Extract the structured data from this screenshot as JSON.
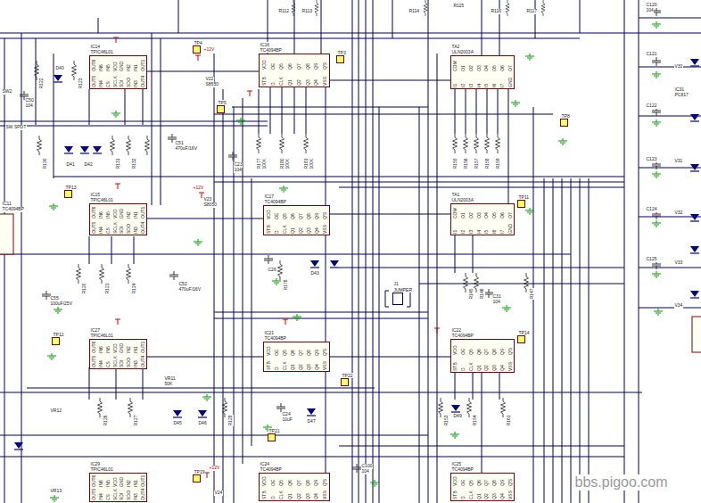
{
  "diagram": {
    "nodes": [
      {
        "text": [
          "IC14",
          "TPIC46L01",
          "OUT6",
          "IN6",
          "IN5",
          "VDD",
          "GND",
          "IN2",
          "IN1",
          "OUT1",
          "OUT5",
          "IN4",
          "CS",
          "SCLK",
          "SDI",
          "SDO",
          "IN3",
          "OUT4"
        ]
      },
      {
        "text": [
          "IC15",
          "TPIC46L01",
          "OUT6",
          "IN6",
          "IN5",
          "VDD",
          "GND",
          "IN2",
          "IN1",
          "OUT1",
          "OUT5",
          "IN4",
          "CS",
          "SCLK",
          "SDI",
          "SDO",
          "IN3",
          "OUT4"
        ]
      },
      {
        "text": [
          "IC27",
          "TPIC46L01",
          "OUT6",
          "IN6",
          "IN5",
          "VDD",
          "GND",
          "IN2",
          "IN1",
          "OUT1",
          "OUT5",
          "IN4",
          "CS",
          "SCLK",
          "SDI",
          "SDO",
          "IN3",
          "OUT4"
        ]
      },
      {
        "text": [
          "IC29",
          "TPIC46L01",
          "OUT6",
          "IN6",
          "IN5",
          "VDD",
          "GND",
          "IN2",
          "IN1",
          "OUT1",
          "OUT5",
          "IN4",
          "CS",
          "SCLK",
          "SDI",
          "SDO",
          "IN3",
          "OUT4"
        ]
      },
      {
        "text": [
          "IC16",
          "TC4094BP",
          "VDD",
          "OE",
          "Q5",
          "Q6",
          "Q7",
          "Q8",
          "QS",
          "Q'S",
          "STB",
          "D",
          "CLK",
          "Q1",
          "Q2",
          "Q3",
          "Q4",
          "VSS"
        ]
      },
      {
        "text": [
          "IC17",
          "TC4094BP",
          "VDD",
          "OE",
          "Q5",
          "Q6",
          "Q7",
          "Q8",
          "QS",
          "Q'S",
          "STB",
          "D",
          "CLK",
          "Q1",
          "Q2",
          "Q3",
          "Q4",
          "VSS"
        ]
      },
      {
        "text": [
          "IC21",
          "TC4094BP",
          "VDD",
          "OE",
          "Q5",
          "Q6",
          "Q7",
          "Q8",
          "QS",
          "Q'S",
          "STB",
          "D",
          "CLK",
          "Q1",
          "Q2",
          "Q3",
          "Q4",
          "VSS"
        ]
      },
      {
        "text": [
          "IC24",
          "TC4094BP",
          "VDD",
          "OE",
          "Q5",
          "Q6",
          "Q7",
          "Q8",
          "QS",
          "Q'S",
          "STB",
          "D",
          "CLK",
          "Q1",
          "Q2",
          "Q3",
          "Q4",
          "VSS"
        ]
      },
      {
        "text": [
          "TA2",
          "ULN2003A",
          "COM",
          "O1",
          "O2",
          "O3",
          "O4",
          "O5",
          "O6",
          "O7",
          "I1",
          "I2",
          "I3",
          "I4",
          "I5",
          "I6",
          "I7",
          "GND"
        ]
      },
      {
        "text": [
          "TA1",
          "ULN2003A",
          "COM",
          "O1",
          "O2",
          "O3",
          "O4",
          "O5",
          "O6",
          "O7",
          "I1",
          "I2",
          "I3",
          "I4",
          "I5",
          "I6",
          "I7",
          "GND"
        ]
      },
      {
        "text": [
          "IC22",
          "TC4094BP",
          "VDD",
          "OE",
          "Q5",
          "Q6",
          "Q7",
          "Q8",
          "QS",
          "Q'S",
          "STB",
          "D",
          "CLK",
          "Q1",
          "Q2",
          "Q3",
          "Q4",
          "VSS"
        ]
      },
      {
        "text": [
          "IC25",
          "TC4094BP",
          "VDD",
          "OE",
          "Q5",
          "Q6",
          "Q7",
          "Q8",
          "QS",
          "Q'S",
          "STB",
          "D",
          "CLK",
          "Q1",
          "Q2",
          "Q3",
          "Q4",
          "VSS"
        ]
      },
      {
        "text": [
          "TP4"
        ]
      },
      {
        "text": [
          "TP3"
        ]
      },
      {
        "text": [
          "TP5"
        ]
      },
      {
        "text": [
          "TP8"
        ]
      },
      {
        "text": [
          "TP13"
        ]
      },
      {
        "text": [
          "TP11"
        ]
      },
      {
        "text": [
          "TP12"
        ]
      },
      {
        "text": [
          "TP14"
        ]
      },
      {
        "text": [
          "TP22"
        ]
      },
      {
        "text": [
          "TP21"
        ]
      },
      {
        "text": [
          "TP19"
        ]
      },
      {
        "text": [
          "J1",
          "JUMPER"
        ]
      }
    ],
    "edges": [
      {
        "from": 0,
        "to": 4,
        "arrow": "none"
      },
      {
        "from": 4,
        "to": 8,
        "arrow": "none"
      },
      {
        "from": 4,
        "to": 5,
        "arrow": "none"
      },
      {
        "from": 8,
        "to": 9,
        "arrow": "none"
      },
      {
        "from": 1,
        "to": 5,
        "arrow": "none"
      },
      {
        "from": 5,
        "to": 9,
        "arrow": "none"
      },
      {
        "from": 5,
        "to": 6,
        "arrow": "none"
      },
      {
        "from": 2,
        "to": 6,
        "arrow": "none"
      },
      {
        "from": 6,
        "to": 10,
        "arrow": "none"
      },
      {
        "from": 6,
        "to": 7,
        "arrow": "none"
      },
      {
        "from": 10,
        "to": 11,
        "arrow": "none"
      }
    ],
    "labels": [
      "SW2",
      "SW SPDT",
      "R122",
      "D40",
      "R123",
      "C50",
      "104",
      "+12V",
      "V22",
      "S8550",
      "R130",
      "D41",
      "D42",
      "R131",
      "R132",
      "C51",
      "470uF/16V",
      "R177",
      "100K",
      "R180",
      "100K",
      "R181",
      "100K",
      "C23",
      "104",
      "R155",
      "R156",
      "R157",
      "R158",
      "R159",
      "+12V",
      "V23",
      "S8050",
      "C55",
      "100uF/25V",
      "R120",
      "R121",
      "R124",
      "C52",
      "470uF/16V",
      "C26",
      "R178",
      "D43",
      "R145",
      "R146",
      "C31",
      "104",
      "R147",
      "IC11",
      "TC4094BP",
      "VR11",
      "50K",
      "VR12",
      "R126",
      "R127",
      "D45",
      "D46",
      "R128",
      "C24",
      "10uF",
      "D47",
      "R153",
      "D49",
      "R154",
      "R161",
      "C100",
      "104",
      "VR13",
      "V24",
      "+12V",
      "C120",
      "104",
      "C121",
      "V30",
      "IC31",
      "PC817",
      "C122",
      "C123",
      "V31",
      "C124",
      "V32",
      "C125",
      "V33",
      "V34",
      "R112",
      "R113",
      "R114",
      "R115",
      "R116",
      "R117",
      "bbs.pigoo.com"
    ]
  }
}
